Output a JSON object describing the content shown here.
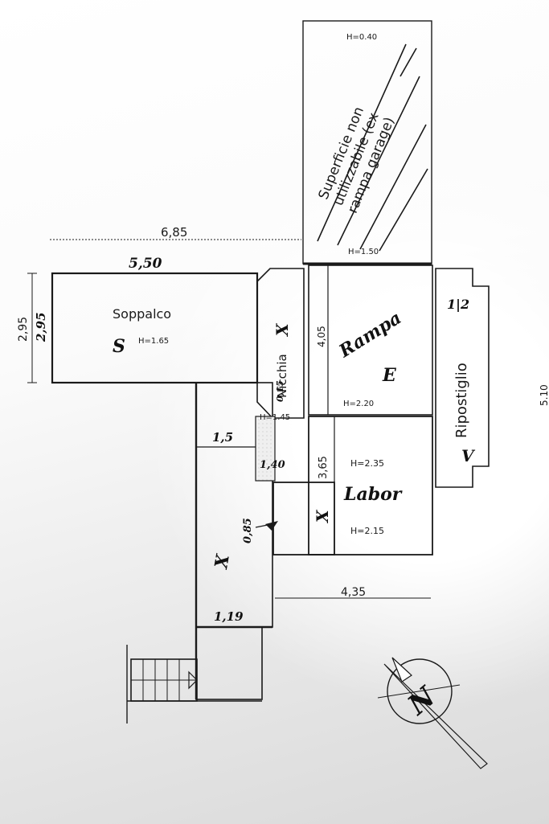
{
  "rooms": {
    "soppalco": "Soppalco",
    "nicchia": "Nicchia",
    "rampa": "Rampa",
    "ripostiglio": "Ripostiglio",
    "labor": "Labor",
    "superficie": [
      "Superficie non",
      "utilizzabile (ex",
      "rampa garage)"
    ]
  },
  "heights": {
    "h040": "H=0.40",
    "h150": "H=1.50",
    "h165": "H=1.65",
    "h145": "H=1.45",
    "h220": "H=2.20",
    "h235": "H=2.35",
    "h215": "H=2.15"
  },
  "dimensions": {
    "d685": "6,85",
    "d550": "5,50",
    "d295": "2,95",
    "d195": "2,95",
    "d405": "4,05",
    "d365": "3,65",
    "d435": "4,35",
    "d510": "5.10",
    "d115": "1,5",
    "d140": "1,40",
    "d119": "1,19",
    "d085": "0,85",
    "d015": "0,15"
  },
  "marks": {
    "s": "S",
    "e": "E",
    "x1": "X",
    "x2": "X",
    "x3": "X",
    "v": "V",
    "n12": "1|2"
  },
  "compass": {
    "letter": "N"
  },
  "colors": {
    "ink": "#1a1a1a",
    "shade_light": "#cfcfcf",
    "shade_dark": "#a9a9a9",
    "paper": "#ffffff"
  }
}
